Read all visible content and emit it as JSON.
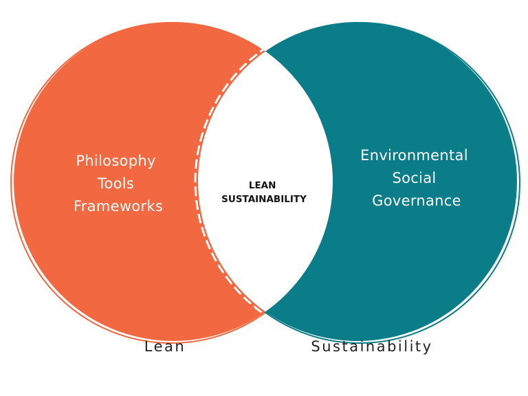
{
  "colors": {
    "lean": "#f26841",
    "sustainability": "#0b7d89",
    "overlap": "#ffffff",
    "text_light": "#ffffff",
    "text_dark": "#111111",
    "label": "#222222"
  },
  "lean_circle": {
    "items": [
      "Philosophy",
      "Tools",
      "Frameworks"
    ],
    "label": "Lean"
  },
  "sustainability_circle": {
    "items": [
      "Environmental",
      "Social",
      "Governance"
    ],
    "label": "Sustainability"
  },
  "overlap": {
    "lines": [
      "LEAN",
      "SUSTAINABILITY"
    ]
  }
}
